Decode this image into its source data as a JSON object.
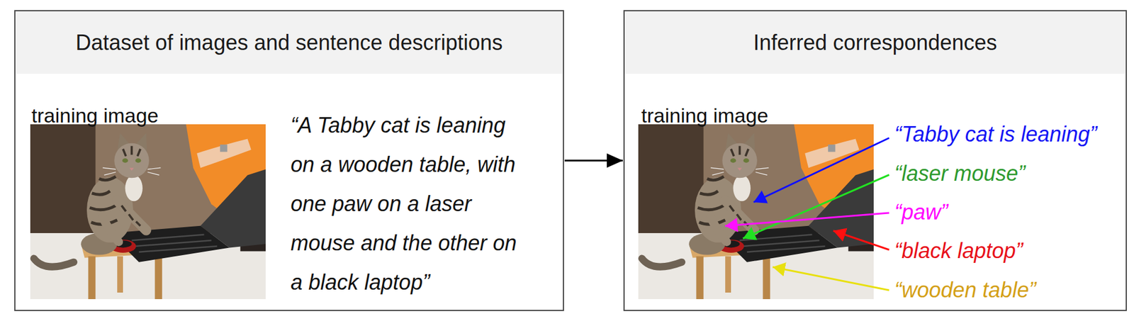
{
  "diagram": {
    "nodes": [
      {
        "text": [
          "Dataset of images and sentence descriptions",
          "training image",
          "“A Tabby cat is leaning on a wooden table, with one paw on a laser mouse and the other on a black laptop”"
        ]
      },
      {
        "text": [
          "Inferred correspondences",
          "training image"
        ]
      }
    ],
    "edges": [
      {
        "from": 0,
        "to": 1,
        "arrow": "to"
      }
    ],
    "labels": [
      "“Tabby cat is leaning”",
      "“laser mouse”",
      "“paw”",
      "“black laptop”",
      "“wooden table”"
    ]
  }
}
